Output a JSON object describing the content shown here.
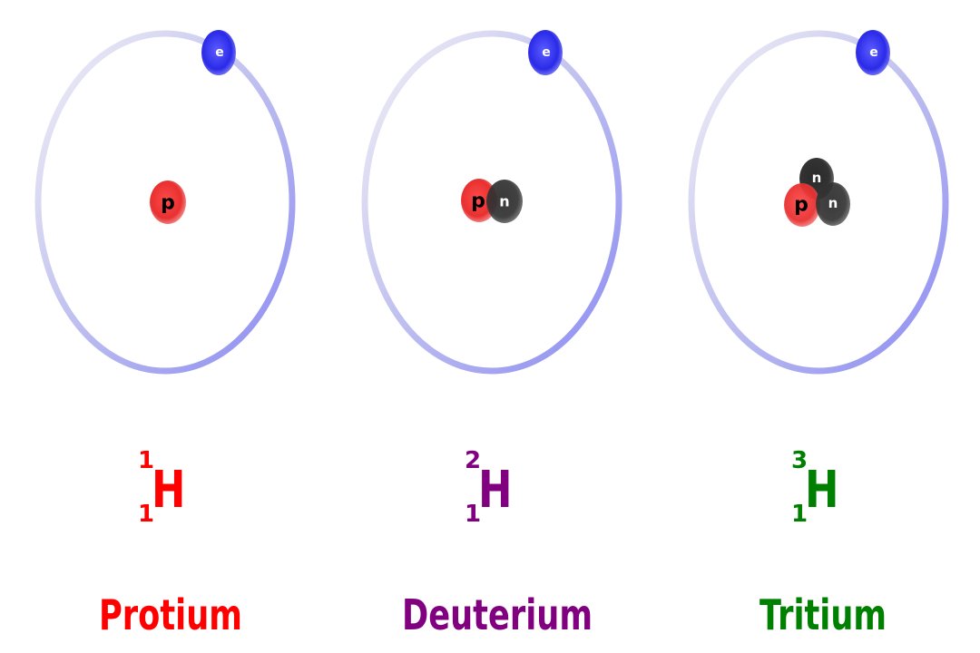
{
  "particles": {
    "electron": "e",
    "proton": "p",
    "neutron": "n"
  },
  "colors": {
    "orbit": "#8585f2",
    "electron": "#2a2ae8",
    "proton": "#e83a3a",
    "neutron": "#333333"
  },
  "isotopes": [
    {
      "name": "Protium",
      "mass_number": "1",
      "atomic_number": "1",
      "element": "H",
      "neutrons": 0,
      "color": "#ff0000"
    },
    {
      "name": "Deuterium",
      "mass_number": "2",
      "atomic_number": "1",
      "element": "H",
      "neutrons": 1,
      "color": "#800080"
    },
    {
      "name": "Tritium",
      "mass_number": "3",
      "atomic_number": "1",
      "element": "H",
      "neutrons": 2,
      "color": "#008000"
    }
  ]
}
